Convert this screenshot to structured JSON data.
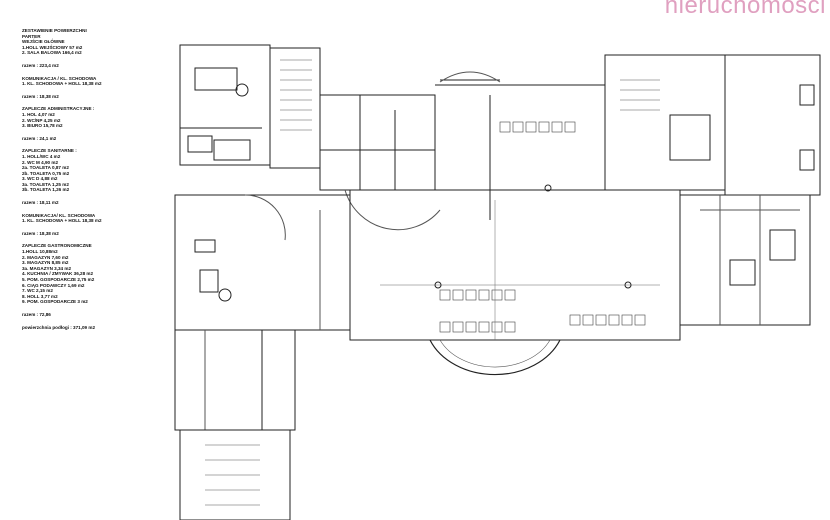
{
  "watermark": "nieruchomosci",
  "legend": {
    "block1": [
      "ZESTAWIENIE POWIERZCHNI",
      "PARTER",
      "WEJŚCIE GŁÓWNE",
      "1.HOLL WEJŚCIOWY 57 m2",
      "2. SALA BALOWA 166,4 m2"
    ],
    "block1_total": "razem : 223,4 m2",
    "block2": [
      "KOMUNIKACJA / KL. SCHODOWA",
      "1. KL. SCHODOWA + HOLL 18,38 m2"
    ],
    "block2_total": "razem : 18,38 m2",
    "block3": [
      "ZAPLECZE ADMINISTRACYJNE :",
      "1. HOL 4,07 m2",
      "2. WC/NP 4,25 m2",
      "3. BIURO 15,78 m2"
    ],
    "block3_total": "razem : 24,1 m2",
    "block4": [
      "ZAPLECZE SANITARNE :",
      "1. HOLL/WC 4 m2",
      "2. WC M 4,90 m2",
      "2a. TOALETA 0,87 m2",
      "2b. TOALETA 0,75 m2",
      "3. WC D 4,88 m2",
      "3a. TOALETA 1,25 m2",
      "3b. TOALETA 1,26 m2"
    ],
    "block4_total": "razem : 18,11 m2",
    "block5": [
      "KOMUNIKACJA/ KL. SCHODOWA",
      "1. KL. SCHODOWA + HOLL 18,38 m2"
    ],
    "block5_total": "razem : 18,38 m2",
    "block6": [
      "ZAPLECZE GASTRONOMICZNE",
      "1.HOLL 10,88m2",
      "2. MAGAZYN 7,60 m2",
      "3. MAGAZYN 8,85 m2",
      "3a. MAGAZYN 3,34 m2",
      "4. KUCHNIA / ZMYWAK 36,28 m2",
      "5. POM. GOSPODARCZE 2,75 m2",
      "6. CIĄG PODAWCZY 1,69 m2",
      "7. WC 2,15 m2",
      "8. HOLL 3,77 m2",
      "9. POM. GOSPODARCZE 3 m2"
    ],
    "block6_total": "razem : 72,86",
    "grand_total": "powierzchnia podłogi : 371,09 m2"
  }
}
